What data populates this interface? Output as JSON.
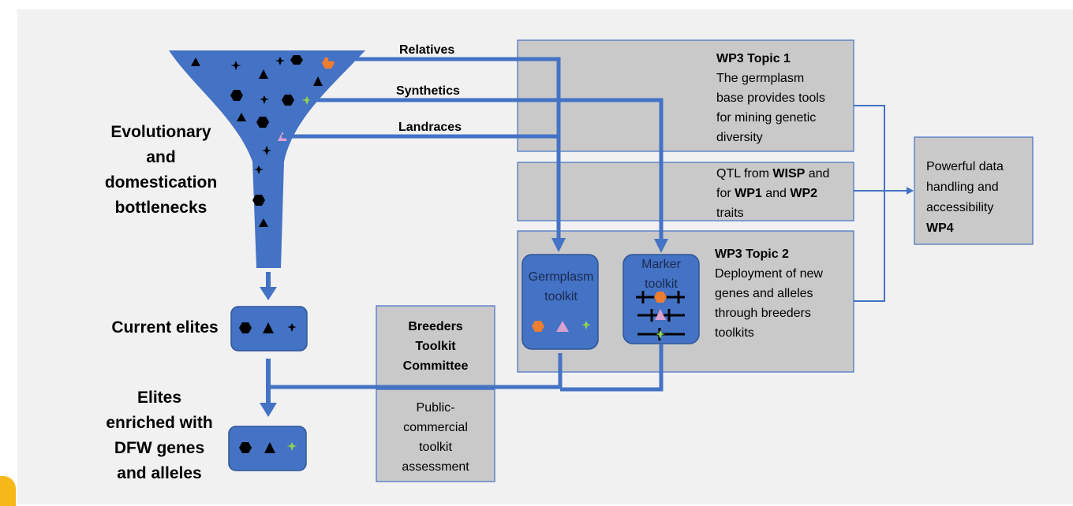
{
  "left_labels": {
    "bottlenecks": [
      "Evolutionary",
      "and",
      "domestication",
      "bottlenecks"
    ],
    "current_elites": "Current elites",
    "enriched": [
      "Elites",
      "enriched with",
      "DFW genes",
      "and alleles"
    ]
  },
  "arrow_labels": {
    "relatives": "Relatives",
    "synthetics": "Synthetics",
    "landraces": "Landraces"
  },
  "wp3_topic1": {
    "title": "WP3 Topic 1",
    "lines": [
      "The germplasm",
      "base provides tools",
      "for mining genetic",
      "diversity"
    ]
  },
  "qtl_box": {
    "l1_a": "QTL from ",
    "l1_b": "WISP",
    "l1_c": " and",
    "l2_a": "for ",
    "l2_b": "WP1",
    "l2_c": " and ",
    "l2_d": "WP2",
    "l3": "traits"
  },
  "wp4_box": {
    "lines": [
      "Powerful data",
      "handling and",
      "accessibility"
    ],
    "bold": "WP4"
  },
  "wp3_topic2": {
    "title": "WP3 Topic 2",
    "lines": [
      "Deployment of new",
      "genes and alleles",
      "through breeders",
      "toolkits"
    ]
  },
  "germplasm_toolkit": [
    "Germplasm",
    "toolkit"
  ],
  "marker_toolkit": [
    "Marker",
    "toolkit"
  ],
  "breeders_box": {
    "title": [
      "Breeders",
      "Toolkit",
      "Committee"
    ],
    "lines": [
      "Public-",
      "commercial",
      "toolkit",
      "assessment"
    ]
  },
  "colors": {
    "blue_fill": "#4472c4",
    "blue_stroke": "#2f5597",
    "grey_box": "#c9c9c9",
    "orange": "#ed7d31",
    "pink": "#d9a1d0",
    "green": "#92d050"
  }
}
